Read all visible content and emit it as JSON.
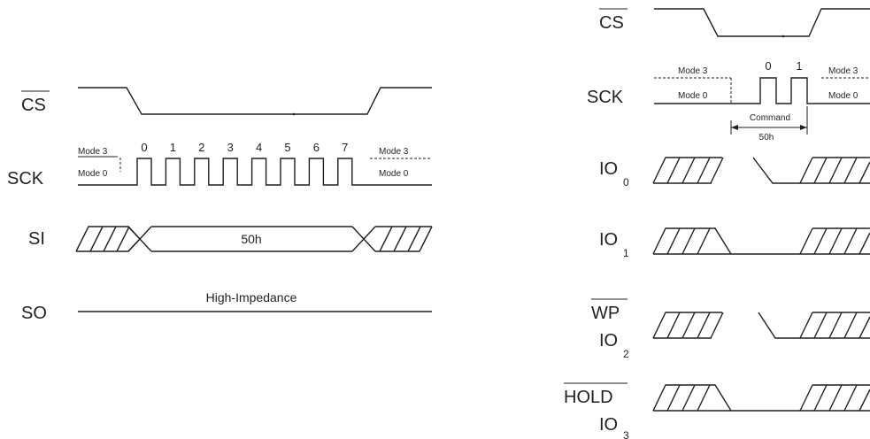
{
  "left_panel": {
    "signals": {
      "cs": "CS",
      "sck": "SCK",
      "si": "SI",
      "so": "SO"
    },
    "mode3": "Mode 3",
    "mode0": "Mode 0",
    "clock_numbers": [
      "0",
      "1",
      "2",
      "3",
      "4",
      "5",
      "6",
      "7"
    ],
    "si_value": "50h",
    "so_state": "High-Impedance"
  },
  "right_panel": {
    "signals": {
      "cs": "CS",
      "sck": "SCK",
      "io0": "IO",
      "io0_sub": "0",
      "io1": "IO",
      "io1_sub": "1",
      "wp": "WP",
      "io2": "IO",
      "io2_sub": "2",
      "hold": "HOLD",
      "io3": "IO",
      "io3_sub": "3"
    },
    "mode3": "Mode 3",
    "mode0": "Mode 0",
    "clock_numbers": [
      "0",
      "1"
    ],
    "command_label": "Command",
    "command_value": "50h"
  }
}
